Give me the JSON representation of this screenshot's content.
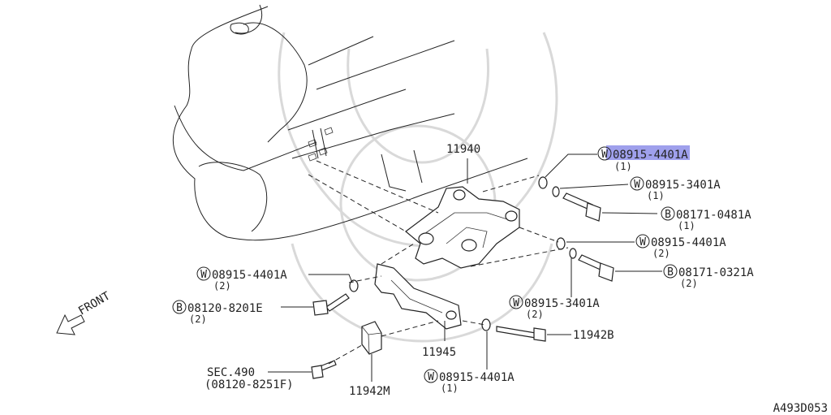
{
  "diagram_code": "A493D053",
  "front_label": "FRONT",
  "labels": {
    "p11940": "11940",
    "p11945": "11945",
    "p11942b": "11942B",
    "p11942m": "11942M",
    "sec": "SEC.490",
    "sec_part": "(08120-8251F)"
  },
  "callouts": [
    {
      "prefix": "W",
      "part": "08915-4401A",
      "qty": "(1)"
    },
    {
      "prefix": "W",
      "part": "08915-3401A",
      "qty": "(1)"
    },
    {
      "prefix": "B",
      "part": "08171-0481A",
      "qty": "(1)"
    },
    {
      "prefix": "W",
      "part": "08915-4401A",
      "qty": "(2)"
    },
    {
      "prefix": "B",
      "part": "08171-0321A",
      "qty": "(2)"
    },
    {
      "prefix": "W",
      "part": "08915-3401A",
      "qty": "(2)"
    },
    {
      "prefix": "W",
      "part": "08915-4401A",
      "qty": "(2)"
    },
    {
      "prefix": "B",
      "part": "08120-8201E",
      "qty": "(2)"
    },
    {
      "prefix": "W",
      "part": "08915-4401A",
      "qty": "(1)"
    }
  ]
}
